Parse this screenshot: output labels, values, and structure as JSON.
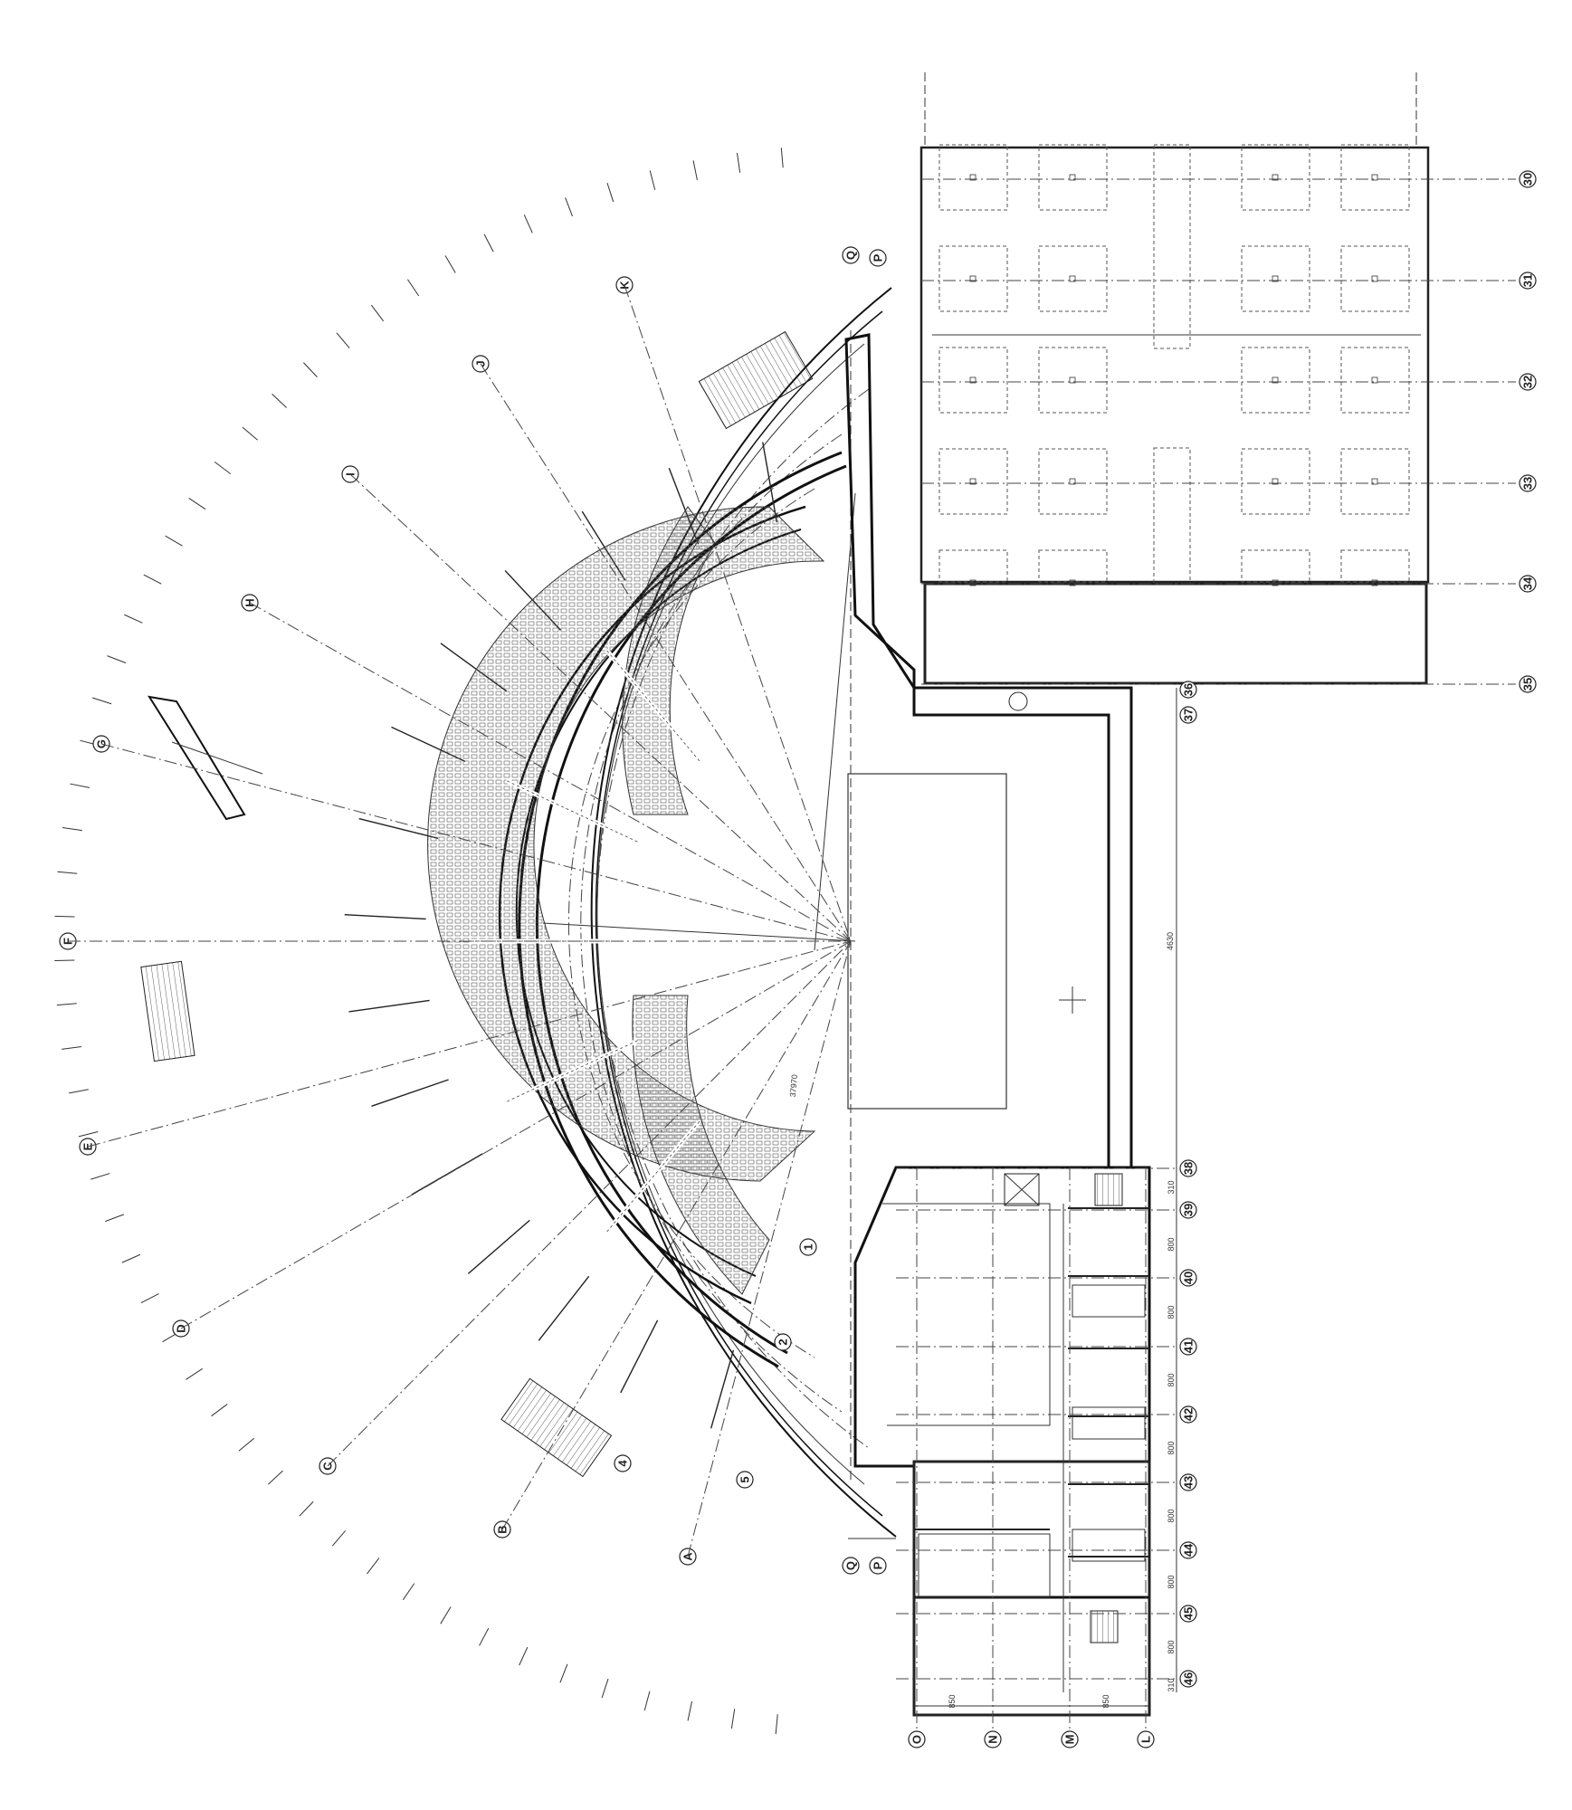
{
  "grid": {
    "radial_labels": [
      "A",
      "B",
      "C",
      "D",
      "E",
      "F",
      "G",
      "H",
      "I",
      "J",
      "K"
    ],
    "top_letters": [
      "Q",
      "P"
    ],
    "bottom_letters": [
      "Q",
      "P"
    ],
    "right_numbers": [
      "30",
      "31",
      "32",
      "33",
      "34",
      "35"
    ],
    "annex_numbers": [
      "36",
      "37"
    ],
    "lower_numbers": [
      "38",
      "39",
      "40",
      "41",
      "42",
      "43",
      "44",
      "45",
      "46"
    ],
    "bottom_axis": [
      "O",
      "N",
      "M",
      "L"
    ],
    "inner_markers": [
      "1",
      "2",
      "4",
      "5"
    ]
  },
  "dimensions": {
    "lower_spacing": [
      "310",
      "800",
      "800",
      "800",
      "800",
      "800",
      "800",
      "800",
      "310"
    ],
    "bottom_spacing": [
      "850",
      "850"
    ],
    "vertical_span": "4630",
    "diagonal": "37970"
  }
}
